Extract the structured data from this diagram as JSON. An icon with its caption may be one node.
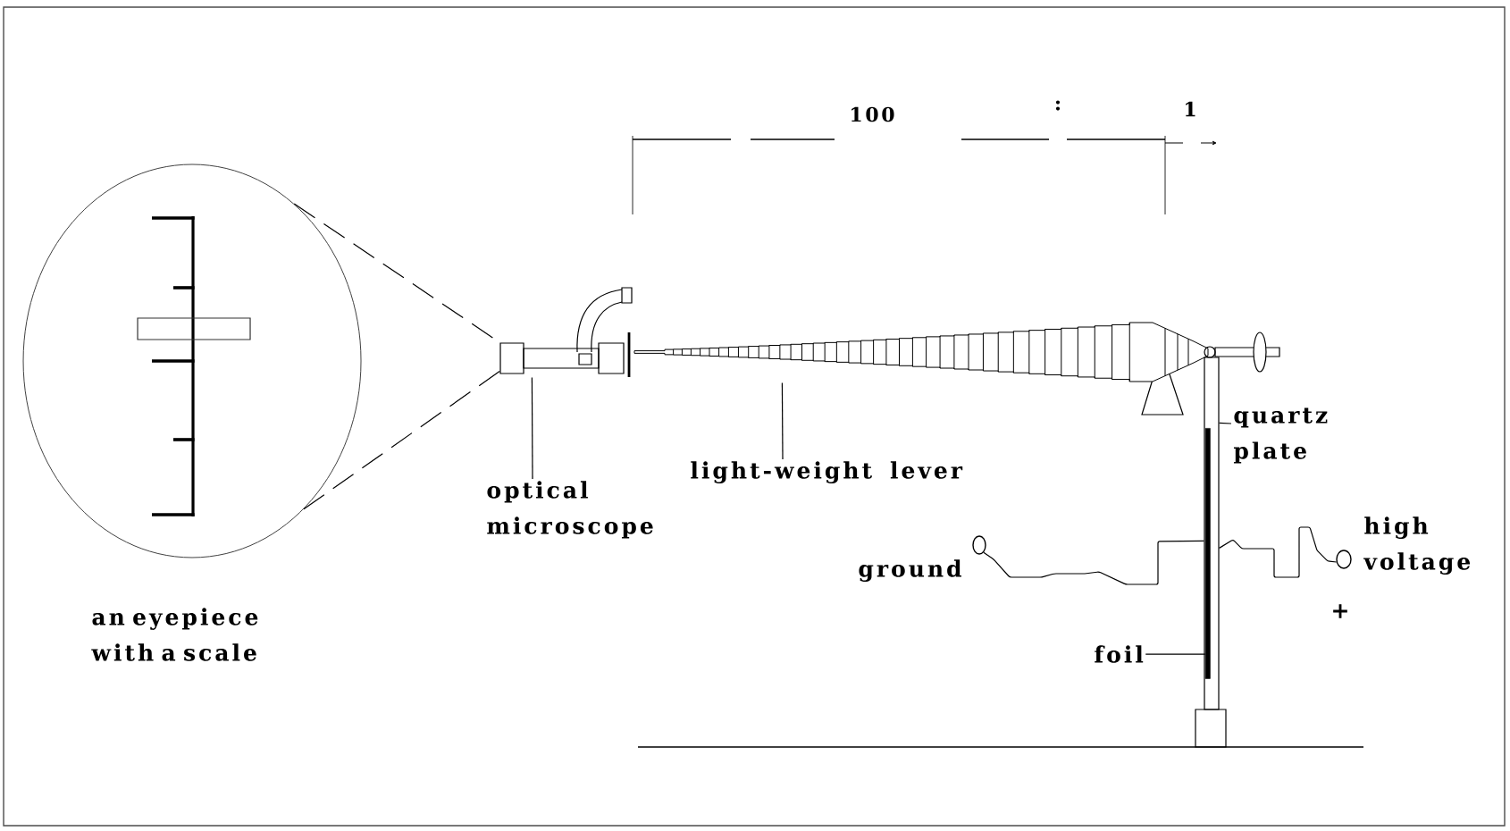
{
  "diagram": {
    "nodes": [
      {
        "text": [],
        "shape": "circle",
        "beside": [
          "an eyepiece with a scale"
        ]
      },
      {
        "text": [],
        "shape": "picture"
      },
      {
        "text": [
          "optical microscope"
        ]
      },
      {
        "text": [],
        "shape": "picture"
      },
      {
        "text": [
          "light-weight lever"
        ]
      },
      {
        "text": [],
        "shape": "bar"
      },
      {
        "text": [
          "quartz plate"
        ]
      },
      {
        "text": [],
        "shape": "bar",
        "in": 5
      },
      {
        "text": [
          "foil"
        ]
      },
      {
        "text": [],
        "shape": "circle",
        "beside": [
          "ground"
        ]
      },
      {
        "text": [],
        "shape": "circle",
        "beside": [
          "high voltage",
          "+"
        ]
      }
    ],
    "edges": [
      {
        "from": 0,
        "to": 1,
        "arrow": "none",
        "style": "dashed"
      },
      {
        "from": 0,
        "to": 1,
        "arrow": "none",
        "style": "dashed"
      },
      {
        "from": 2,
        "to": 1,
        "arrow": "none"
      },
      {
        "from": 4,
        "to": 3,
        "arrow": "none"
      },
      {
        "from": 6,
        "to": 5,
        "arrow": "none"
      },
      {
        "from": 8,
        "to": 7,
        "arrow": "none"
      },
      {
        "from": 9,
        "to": 5,
        "arrow": "none"
      },
      {
        "from": 10,
        "to": 5,
        "arrow": "none"
      }
    ],
    "labels": [
      "100",
      ":",
      "1"
    ]
  }
}
